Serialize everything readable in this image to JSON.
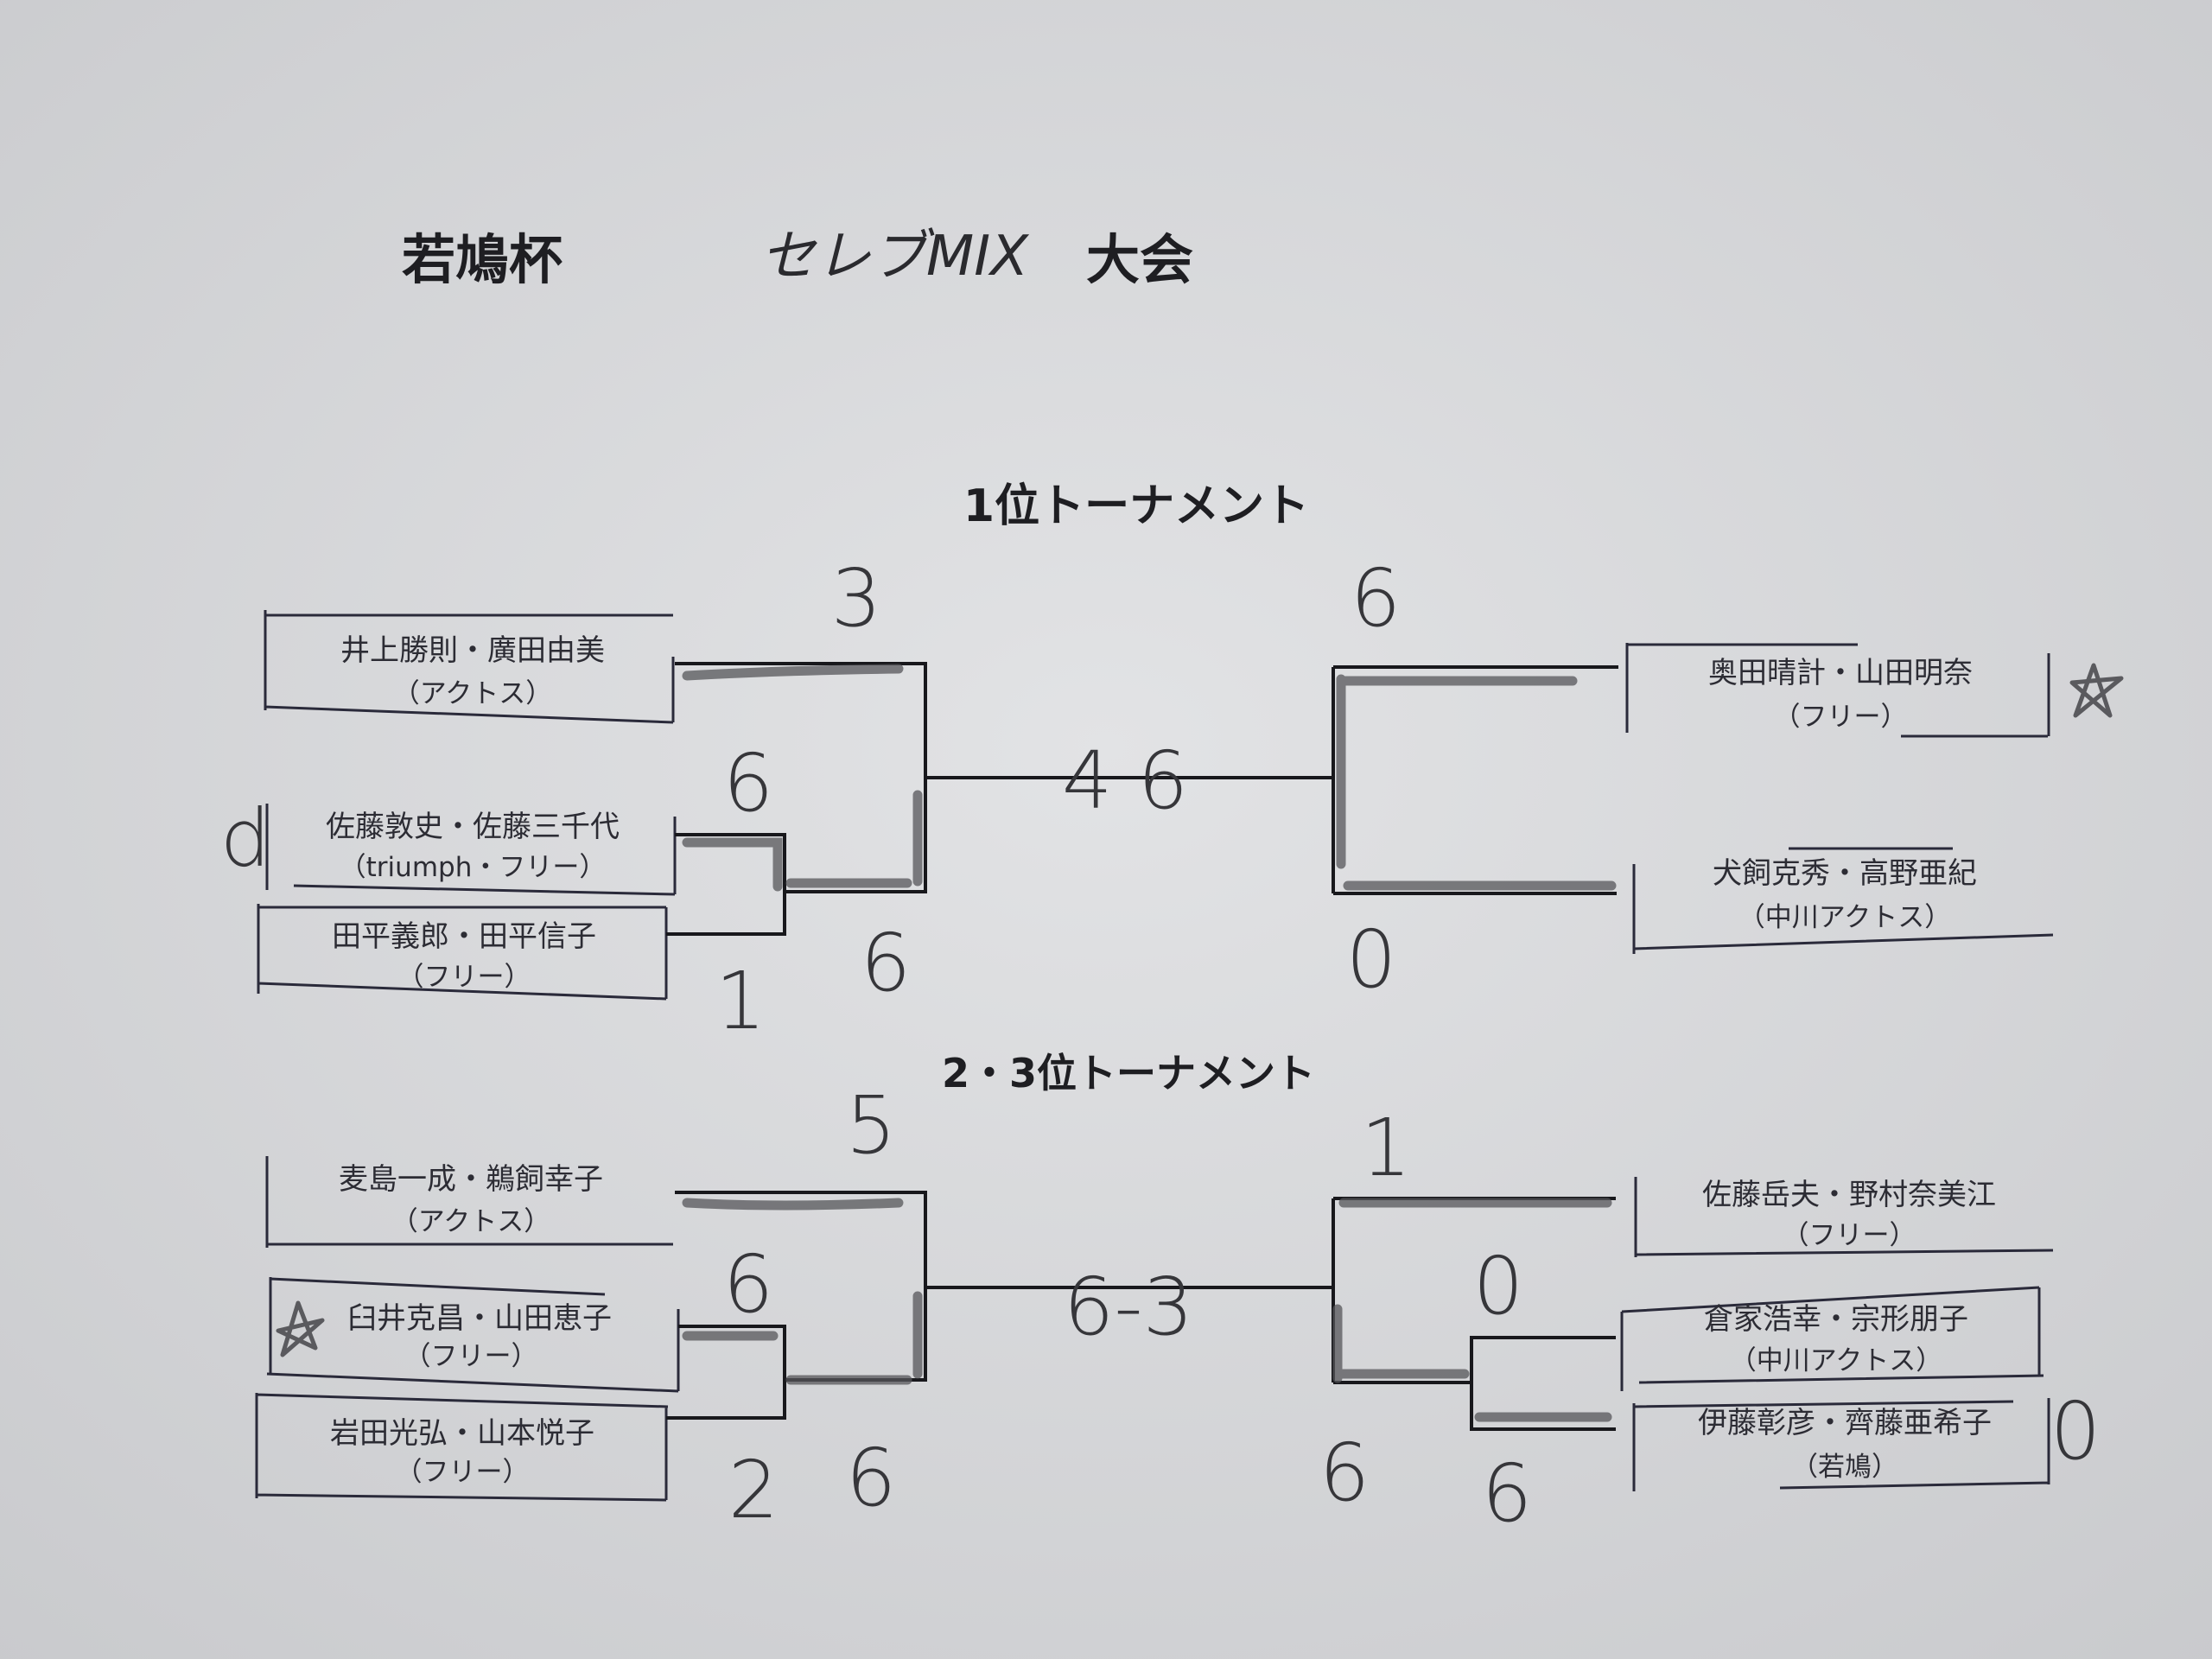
{
  "header": {
    "cup_name": "若鳩杯",
    "event_handwritten": "セレブMIX",
    "event_suffix": "大会"
  },
  "first_place": {
    "title": "1位トーナメント",
    "left": [
      {
        "names": "井上勝則・廣田由美",
        "club": "（アクトス）"
      },
      {
        "names": "佐藤敦史・佐藤三千代",
        "club": "（triumph・フリー）"
      },
      {
        "names": "田平義郎・田平信子",
        "club": "（フリー）"
      }
    ],
    "right": [
      {
        "names": "奥田晴計・山田明奈",
        "club": "（フリー）"
      },
      {
        "names": "犬飼克秀・高野亜紀",
        "club": "（中川アクトス）"
      }
    ],
    "scores": {
      "left_top": "3",
      "left_r1_top": "6",
      "left_r1_bottom": "1",
      "left_semi_bottom": "6",
      "final": "4 6",
      "right_top": "6",
      "right_bottom": "0"
    },
    "marks": {
      "left_mark": "d"
    }
  },
  "second_third": {
    "title": "2・3位トーナメント",
    "left": [
      {
        "names": "麦島一成・鵜飼幸子",
        "club": "（アクトス）"
      },
      {
        "names": "臼井克昌・山田恵子",
        "club": "（フリー）"
      },
      {
        "names": "岩田光弘・山本悦子",
        "club": "（フリー）"
      }
    ],
    "right": [
      {
        "names": "佐藤岳夫・野村奈美江",
        "club": "（フリー）"
      },
      {
        "names": "倉家浩幸・宗形朋子",
        "club": "（中川アクトス）"
      },
      {
        "names": "伊藤彰彦・齊藤亜希子",
        "club": "（若鳩）"
      }
    ],
    "scores": {
      "left_top": "5",
      "left_r1_top": "6",
      "left_r1_bottom": "2",
      "left_semi_bottom": "6",
      "final": "6-3",
      "right_top": "1",
      "right_r1_top": "0",
      "right_semi_bottom": "6",
      "right_r1_bottom": "6"
    },
    "marks": {
      "right_mark": "0"
    }
  }
}
